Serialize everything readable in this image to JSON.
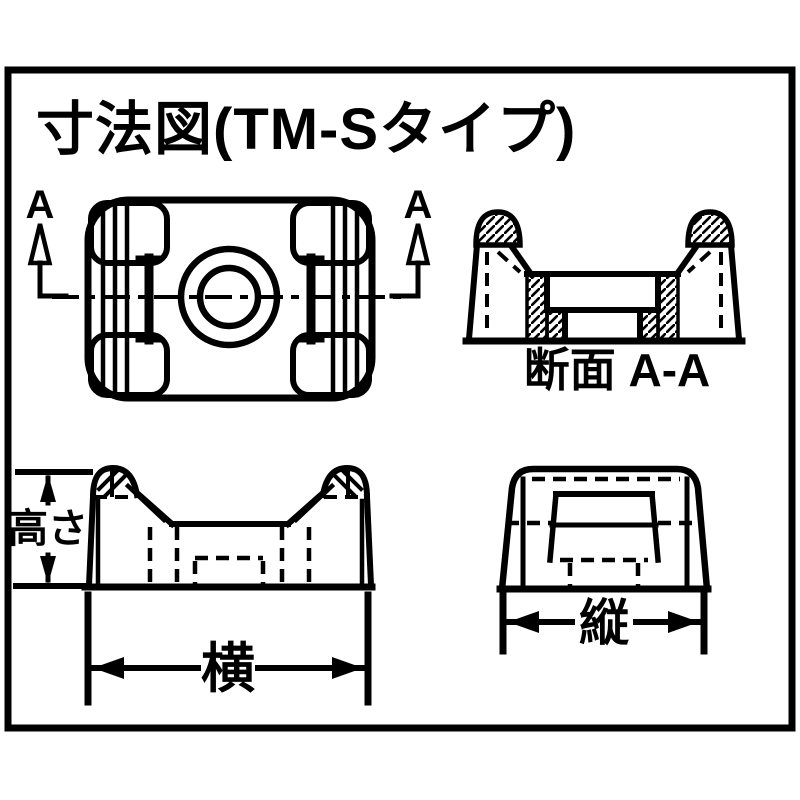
{
  "title": "寸法図(TM-Sタイプ)",
  "colors": {
    "ink": "#000000",
    "paper": "#ffffff"
  },
  "top_view": {
    "section_arrow_left": "A",
    "section_arrow_right": "A"
  },
  "section_view": {
    "caption": "断面 A-A"
  },
  "front_view": {
    "height_label": "高さ",
    "width_label": "横"
  },
  "side_view": {
    "depth_label": "縦"
  }
}
